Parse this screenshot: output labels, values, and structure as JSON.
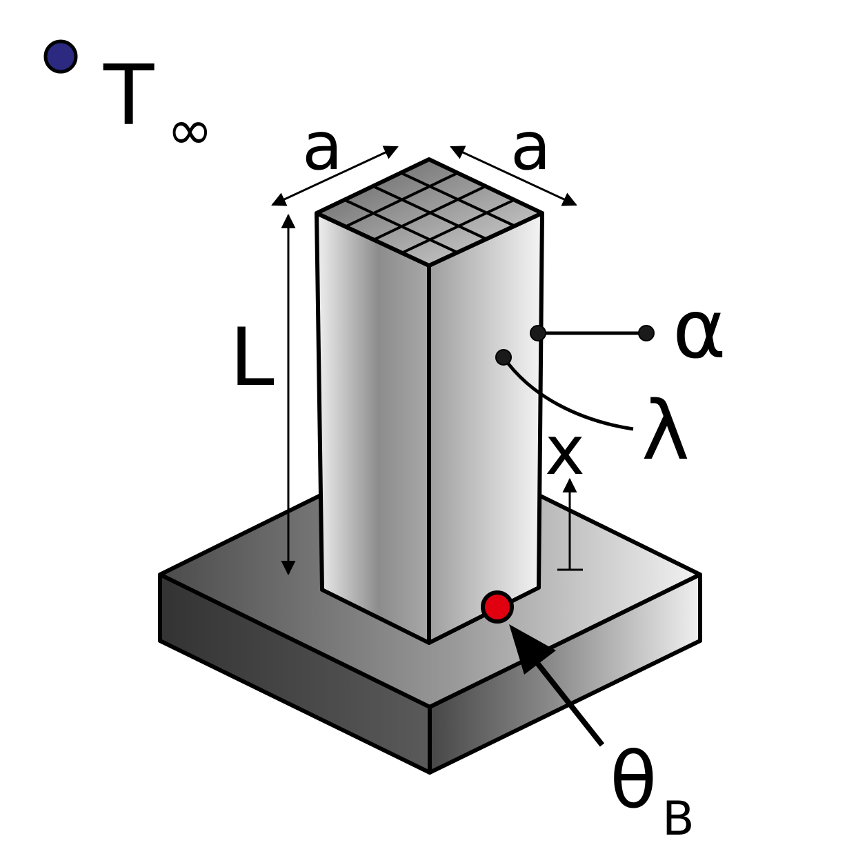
{
  "labels": {
    "ambient_temperature": {
      "main": "T",
      "sub": "∞"
    },
    "side_width_left": "a",
    "side_width_right": "a",
    "length": "L",
    "heat_transfer_coefficient": "α",
    "thermal_conductivity": "λ",
    "coordinate": "x",
    "base_temperature": {
      "main": "θ",
      "sub": "B"
    }
  },
  "colors": {
    "ambient_dot": "#2b2a80",
    "base_point": "#e00010",
    "outline": "#000000",
    "light_gray": "#f2f2f2",
    "dark_gray": "#333333"
  }
}
